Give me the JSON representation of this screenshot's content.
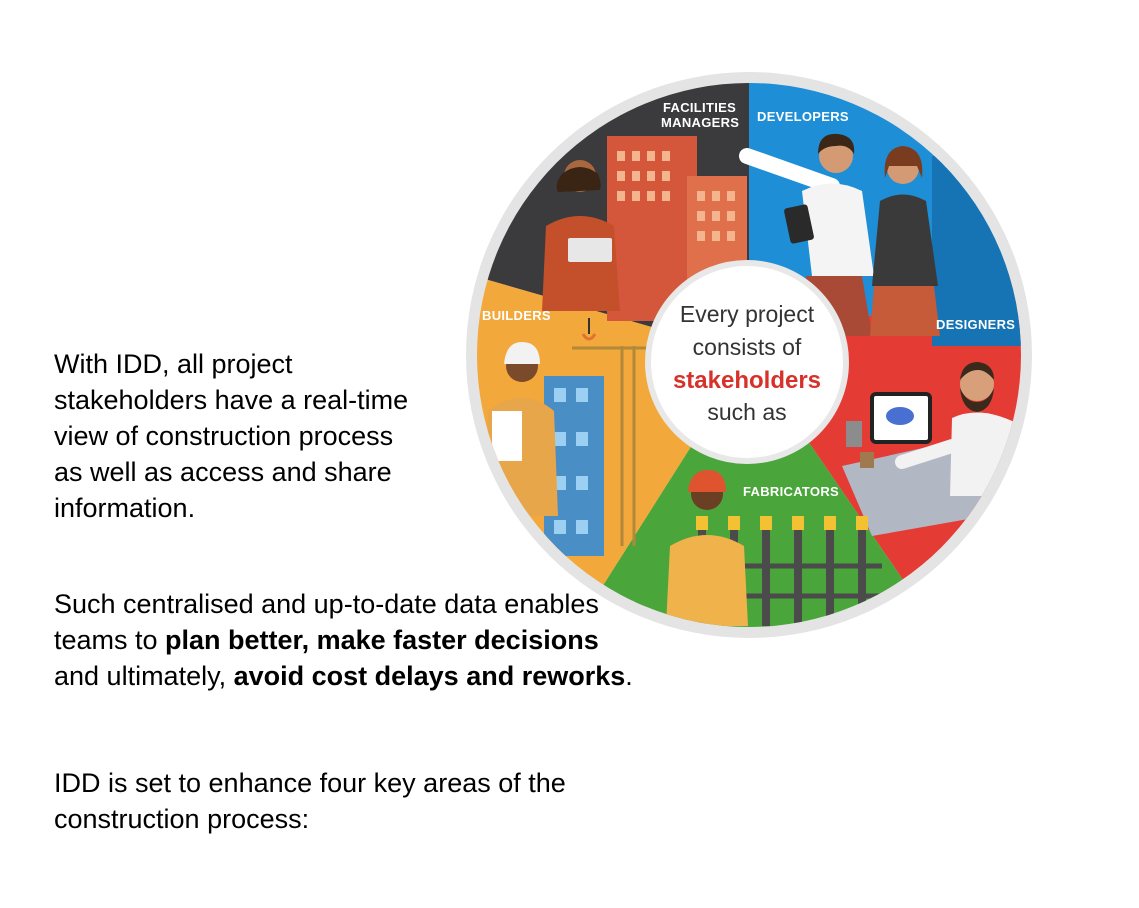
{
  "paragraphs": {
    "intro": "With IDD, all project stakeholders have a real-time view of construction process as well as access and share information.",
    "data_p1": "Such centralised and up-to-date data enables teams to ",
    "data_b1": "plan better, make faster decisions",
    "data_p2": " and ultimately, ",
    "data_b2": "avoid cost delays and reworks",
    "data_p3": ".",
    "outro": "IDD is set to enhance four key areas of the construction process:"
  },
  "wheel": {
    "center": {
      "line1": "Every project",
      "line2": "consists of",
      "accent": "stakeholders",
      "line4": "such as"
    },
    "segments": {
      "facilities_line1": "FACILITIES",
      "facilities_line2": "MANAGERS",
      "developers": "DEVELOPERS",
      "designers": "DESIGNERS",
      "fabricators": "FABRICATORS",
      "builders": "BUILDERS"
    },
    "colors": {
      "facilities": "#3b3b3d",
      "developers": "#1e8fd6",
      "designers": "#e53b35",
      "fabricators": "#4aa63a",
      "builders": "#f2a83b",
      "accent": "#d8312a"
    }
  }
}
